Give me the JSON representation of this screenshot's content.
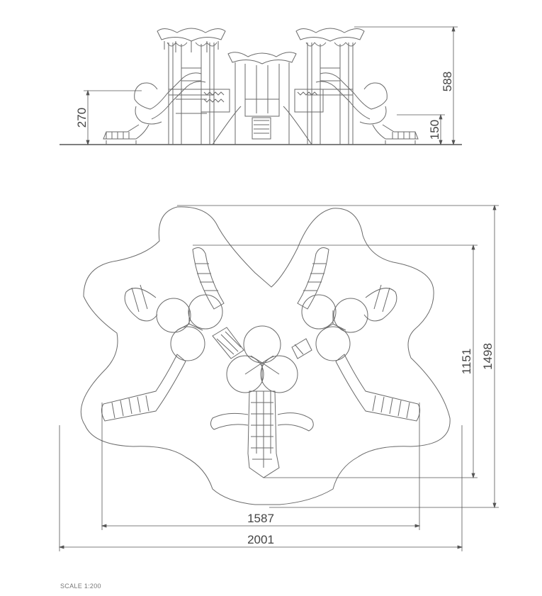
{
  "drawing": {
    "elevation_dims": {
      "total_height": "588",
      "platform_height": "270",
      "slide_exit_height": "150"
    },
    "plan_dims": {
      "inner_depth": "1151",
      "outer_depth": "1498",
      "inner_width": "1587",
      "outer_width": "2001"
    },
    "scale": "SCALE 1:200",
    "line_color": "#6a6a6a",
    "dim_color": "#555555"
  }
}
